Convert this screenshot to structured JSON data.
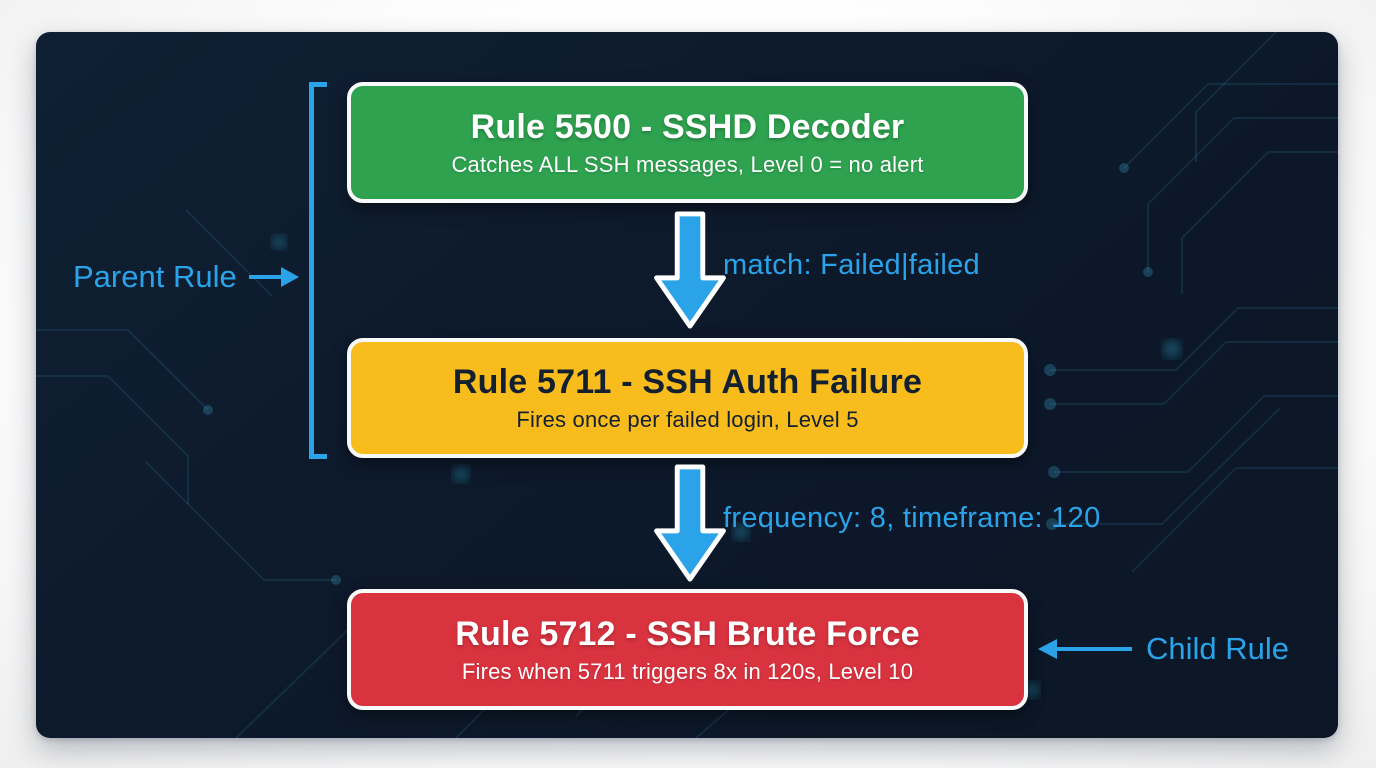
{
  "colors": {
    "accent_blue": "#2aa3e8",
    "panel_background": "#0d1a2c",
    "page_background": "#ffffff",
    "green": "#2ea24f",
    "yellow": "#f8bc1d",
    "red": "#d8333f",
    "dark_text": "#13202f",
    "light_text": "#ffffff"
  },
  "side_labels": {
    "parent": "Parent Rule",
    "child": "Child Rule"
  },
  "flow": {
    "nodes": [
      {
        "id": "rule-5500",
        "title": "Rule 5500 - SSHD Decoder",
        "subtitle": "Catches ALL SSH messages, Level 0 = no alert",
        "color": "#2ea24f",
        "text_color": "#ffffff"
      },
      {
        "id": "rule-5711",
        "title": "Rule 5711 - SSH Auth Failure",
        "subtitle": "Fires once per failed login, Level 5",
        "color": "#f8bc1d",
        "text_color": "#13202f"
      },
      {
        "id": "rule-5712",
        "title": "Rule 5712 - SSH Brute Force",
        "subtitle": "Fires when 5711 triggers 8x in 120s, Level 10",
        "color": "#d8333f",
        "text_color": "#ffffff"
      }
    ],
    "edges": [
      {
        "label": "match: Failed|failed"
      },
      {
        "label": "frequency: 8, timeframe: 120"
      }
    ]
  }
}
